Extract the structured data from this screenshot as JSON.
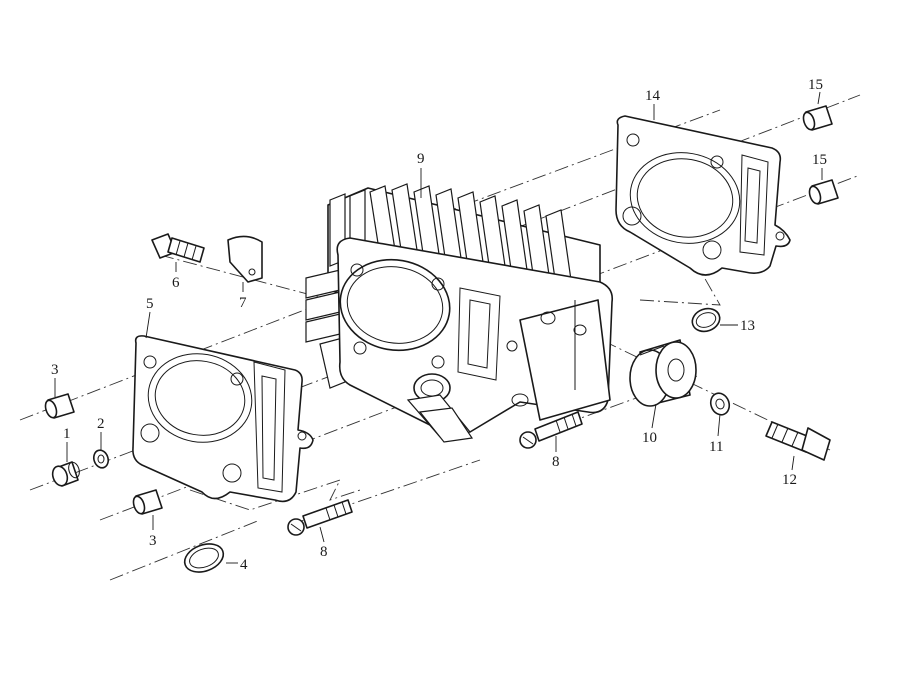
{
  "diagram": {
    "callouts": {
      "p1": "1",
      "p2": "2",
      "p3a": "3",
      "p3b": "3",
      "p4": "4",
      "p5": "5",
      "p6": "6",
      "p7": "7",
      "p8a": "8",
      "p8b": "8",
      "p9": "9",
      "p10": "10",
      "p11": "11",
      "p12": "12",
      "p13": "13",
      "p14": "14",
      "p15a": "15",
      "p15b": "15"
    }
  }
}
